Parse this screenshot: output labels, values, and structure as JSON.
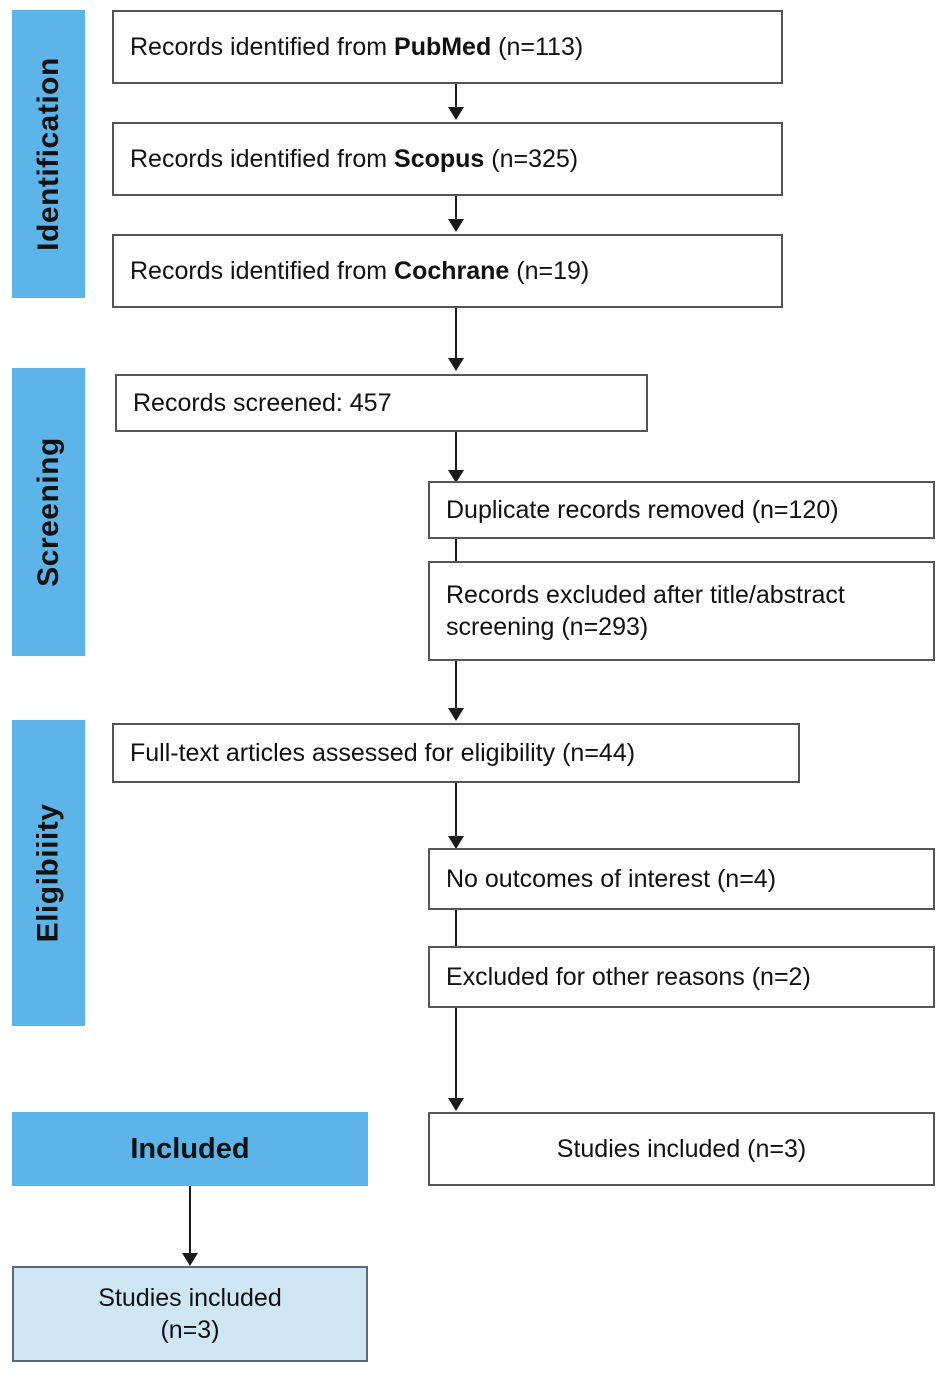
{
  "diagram": {
    "title": "PRISMA flow diagram",
    "accent_color": "#5cb4e8",
    "result_box_color": "#cfe6f5",
    "box_border_color": "#555555",
    "line_color": "#1a1a1a"
  },
  "stages": [
    {
      "label": "Identification"
    },
    {
      "label": "Screening"
    },
    {
      "label": "Eligibiiity"
    },
    {
      "label": "Included"
    }
  ],
  "boxes": {
    "pubmed": {
      "prefix": "Records identified from ",
      "source": "PubMed",
      "suffix": " (n=113)",
      "n": 113
    },
    "scopus": {
      "prefix": "Records identified from ",
      "source": "Scopus",
      "suffix": " (n=325)",
      "n": 325
    },
    "cochrane": {
      "prefix": "Records identified from ",
      "source": "Cochrane",
      "suffix": " (n=19)",
      "n": 19
    },
    "screened": {
      "text": "Records screened: 457",
      "n": 457
    },
    "duplicates": {
      "text": "Duplicate records removed (n=120)",
      "n": 120
    },
    "excluded_title_abstract": {
      "line1": "Records excluded after title/abstract",
      "line2": "screening (n=293)",
      "n": 293
    },
    "fulltext": {
      "text": "Full-text articles assessed for eligibility (n=44)",
      "n": 44
    },
    "no_outcomes": {
      "text": "No outcomes of interest (n=4)",
      "n": 4
    },
    "other_reasons": {
      "text": "Excluded for other reasons (n=2)",
      "n": 2
    },
    "studies_included_right": {
      "text": "Studies included (n=3)",
      "n": 3
    },
    "studies_included_final": {
      "line1": "Studies included",
      "line2": "(n=3)",
      "n": 3
    }
  }
}
